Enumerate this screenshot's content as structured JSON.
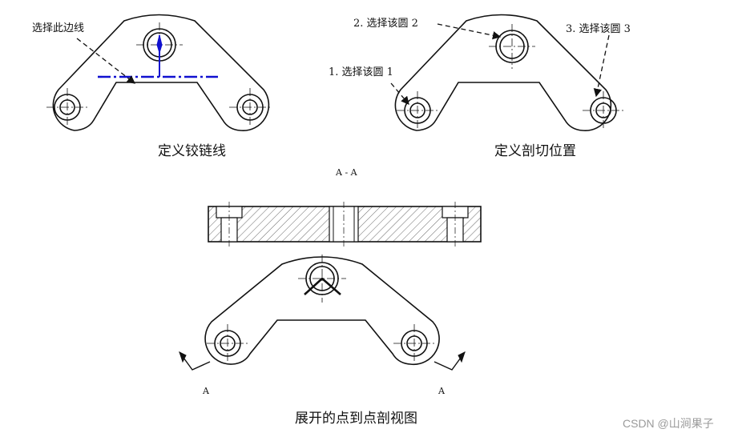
{
  "captions": {
    "define_hinge_line": "定义铰链线",
    "define_section_position": "定义剖切位置",
    "unfolded_view": "展开的点到点剖视图"
  },
  "annotations": {
    "select_edge": "选择此边线",
    "select_circle_1": "1. 选择该圆 1",
    "select_circle_2": "2. 选择该圆 2",
    "select_circle_3": "3. 选择该圆 3"
  },
  "section": {
    "title": "A - A",
    "label_left": "A",
    "label_right": "A"
  },
  "watermark": "CSDN @山涧果子",
  "colors": {
    "outline": "#111111",
    "hinge_line": "#1010d0",
    "hatch": "#444444"
  }
}
